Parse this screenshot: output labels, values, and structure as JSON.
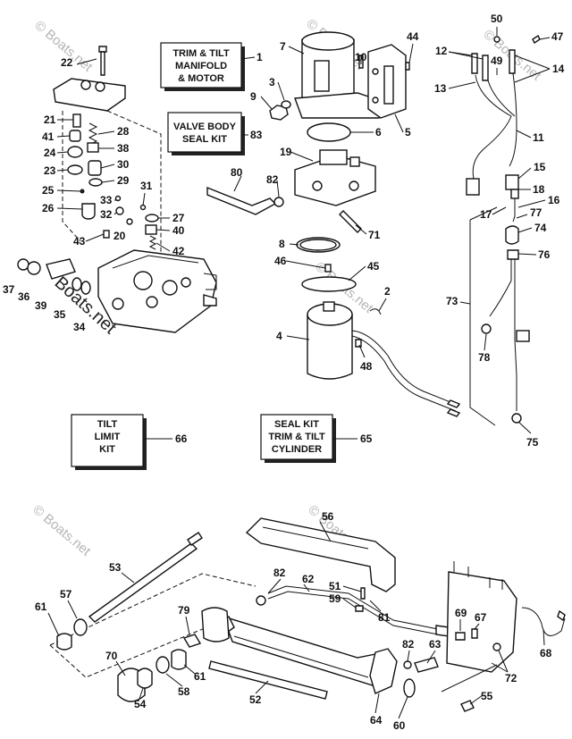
{
  "kits": [
    {
      "id": "kit-trim-tilt-manifold",
      "lines": [
        "TRIM & TILT",
        "MANIFOLD",
        "& MOTOR"
      ],
      "ref": "1"
    },
    {
      "id": "kit-valve-body",
      "lines": [
        "VALVE BODY",
        "SEAL KIT"
      ],
      "ref": "83"
    },
    {
      "id": "kit-tilt-limit",
      "lines": [
        "TILT",
        "LIMIT",
        "KIT"
      ],
      "ref": "66"
    },
    {
      "id": "kit-seal-cylinder",
      "lines": [
        "SEAL KIT",
        "TRIM & TILT",
        "CYLINDER"
      ],
      "ref": "65"
    }
  ],
  "callouts": [
    "1",
    "2",
    "3",
    "4",
    "5",
    "6",
    "7",
    "8",
    "9",
    "10",
    "11",
    "12",
    "13",
    "14",
    "15",
    "16",
    "17",
    "18",
    "19",
    "20",
    "21",
    "22",
    "23",
    "24",
    "25",
    "26",
    "27",
    "28",
    "29",
    "30",
    "31",
    "32",
    "33",
    "34",
    "35",
    "36",
    "37",
    "38",
    "39",
    "40",
    "41",
    "42",
    "43",
    "44",
    "45",
    "46",
    "47",
    "48",
    "49",
    "50",
    "51",
    "52",
    "53",
    "54",
    "55",
    "56",
    "57",
    "58",
    "59",
    "60",
    "61",
    "62",
    "63",
    "64",
    "65",
    "66",
    "67",
    "68",
    "69",
    "70",
    "71",
    "72",
    "73",
    "74",
    "75",
    "76",
    "77",
    "78",
    "79",
    "80",
    "81",
    "82",
    "83"
  ],
  "watermark": "© Boats.net",
  "brand": "Boats.net"
}
